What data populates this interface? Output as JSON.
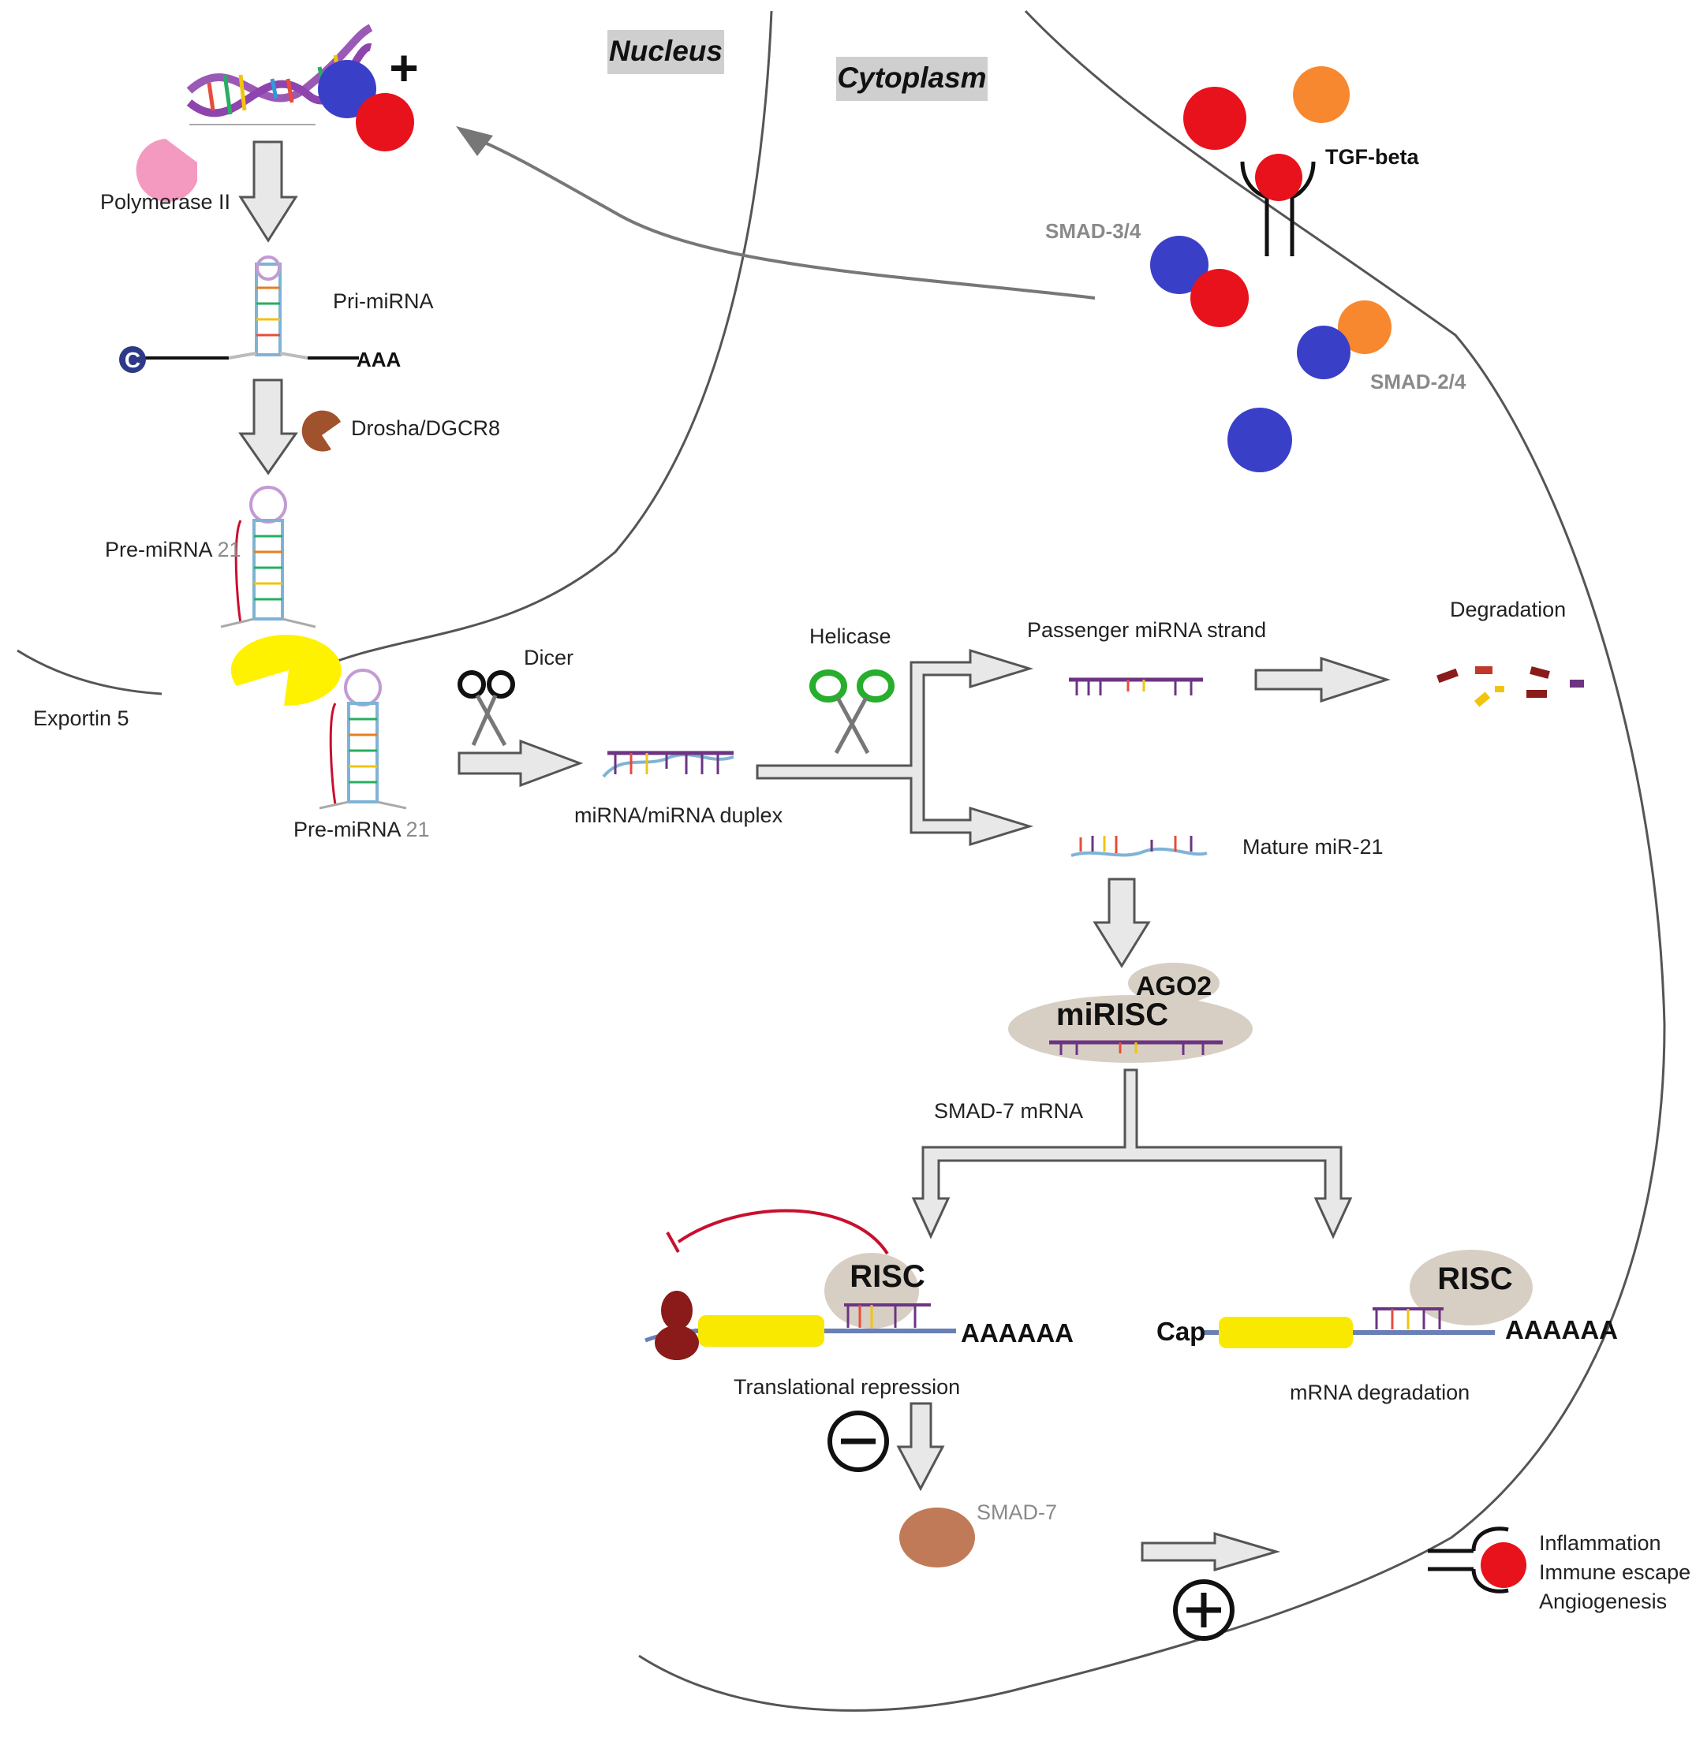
{
  "compartments": {
    "nucleus": "Nucleus",
    "cytoplasm": "Cytoplasm"
  },
  "labels": {
    "polymerase": "Polymerase II",
    "pri_mirna": "Pri-miRNA",
    "aaa_short": "AAA",
    "cap_c": "C",
    "drosha": "Drosha/DGCR8",
    "pre_mirna_nuc_text": "Pre-miRNA",
    "pre_mirna_nuc_num": "21",
    "exportin": "Exportin 5",
    "pre_mirna_cyt_text": "Pre-miRNA",
    "pre_mirna_cyt_num": "21",
    "dicer": "Dicer",
    "duplex": "miRNA/miRNA duplex",
    "helicase": "Helicase",
    "passenger": "Passenger miRNA strand",
    "degradation": "Degradation",
    "mature": "Mature miR-21",
    "ago2": "AGO2",
    "mirisc": "miRISC",
    "smad7_mrna": "SMAD-7 mRNA",
    "risc_left": "RISC",
    "risc_right": "RISC",
    "polya_left": "AAAAAA",
    "polya_right": "AAAAAA",
    "cap": "Cap",
    "trans_repression": "Translational repression",
    "mrna_degradation": "mRNA degradation",
    "smad7": "SMAD-7",
    "tgf_beta": "TGF-beta",
    "smad34": "SMAD-3/4",
    "smad24": "SMAD-2/4",
    "plus_top": "+",
    "outcome_1": "Inflammation",
    "outcome_2": "Immune escape",
    "outcome_3": "Angiogenesis"
  },
  "colors": {
    "smad_blue": "#3a3fc8",
    "smad_red": "#e8121c",
    "smad_orange": "#f7882f",
    "exportin_yellow": "#fff200",
    "polymerase_pink": "#f49ac1",
    "drosha_brown": "#a0522d",
    "smad7_brown": "#c07a57",
    "ribosome_red": "#8b1a1a",
    "inhibit_red": "#c8102e",
    "mrna_blue": "#6a7fb5",
    "orf_yellow": "#f9e900",
    "risc_tan": "#d8cfc4",
    "membrane_grey": "#555555",
    "arrow_fill": "#e8e8e8"
  }
}
